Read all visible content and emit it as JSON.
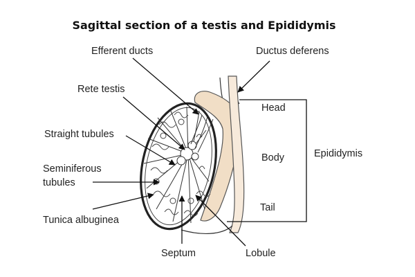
{
  "title": "Sagittal section of a testis and Epididymis",
  "labels": {
    "efferent_ducts": "Efferent ducts",
    "ductus_deferens": "Ductus deferens",
    "rete_testis": "Rete testis",
    "straight_tubules": "Straight tubules",
    "seminiferous_line1": "Seminiferous",
    "seminiferous_line2": "tubules",
    "tunica_albuginea": "Tunica albuginea",
    "septum": "Septum",
    "lobule": "Lobule",
    "head": "Head",
    "body": "Body",
    "tail": "Tail",
    "epididymis": "Epididymis"
  },
  "colors": {
    "epididymis_fill": "#f1dec6",
    "duct_fill": "#f7eadb",
    "line": "#111111"
  }
}
